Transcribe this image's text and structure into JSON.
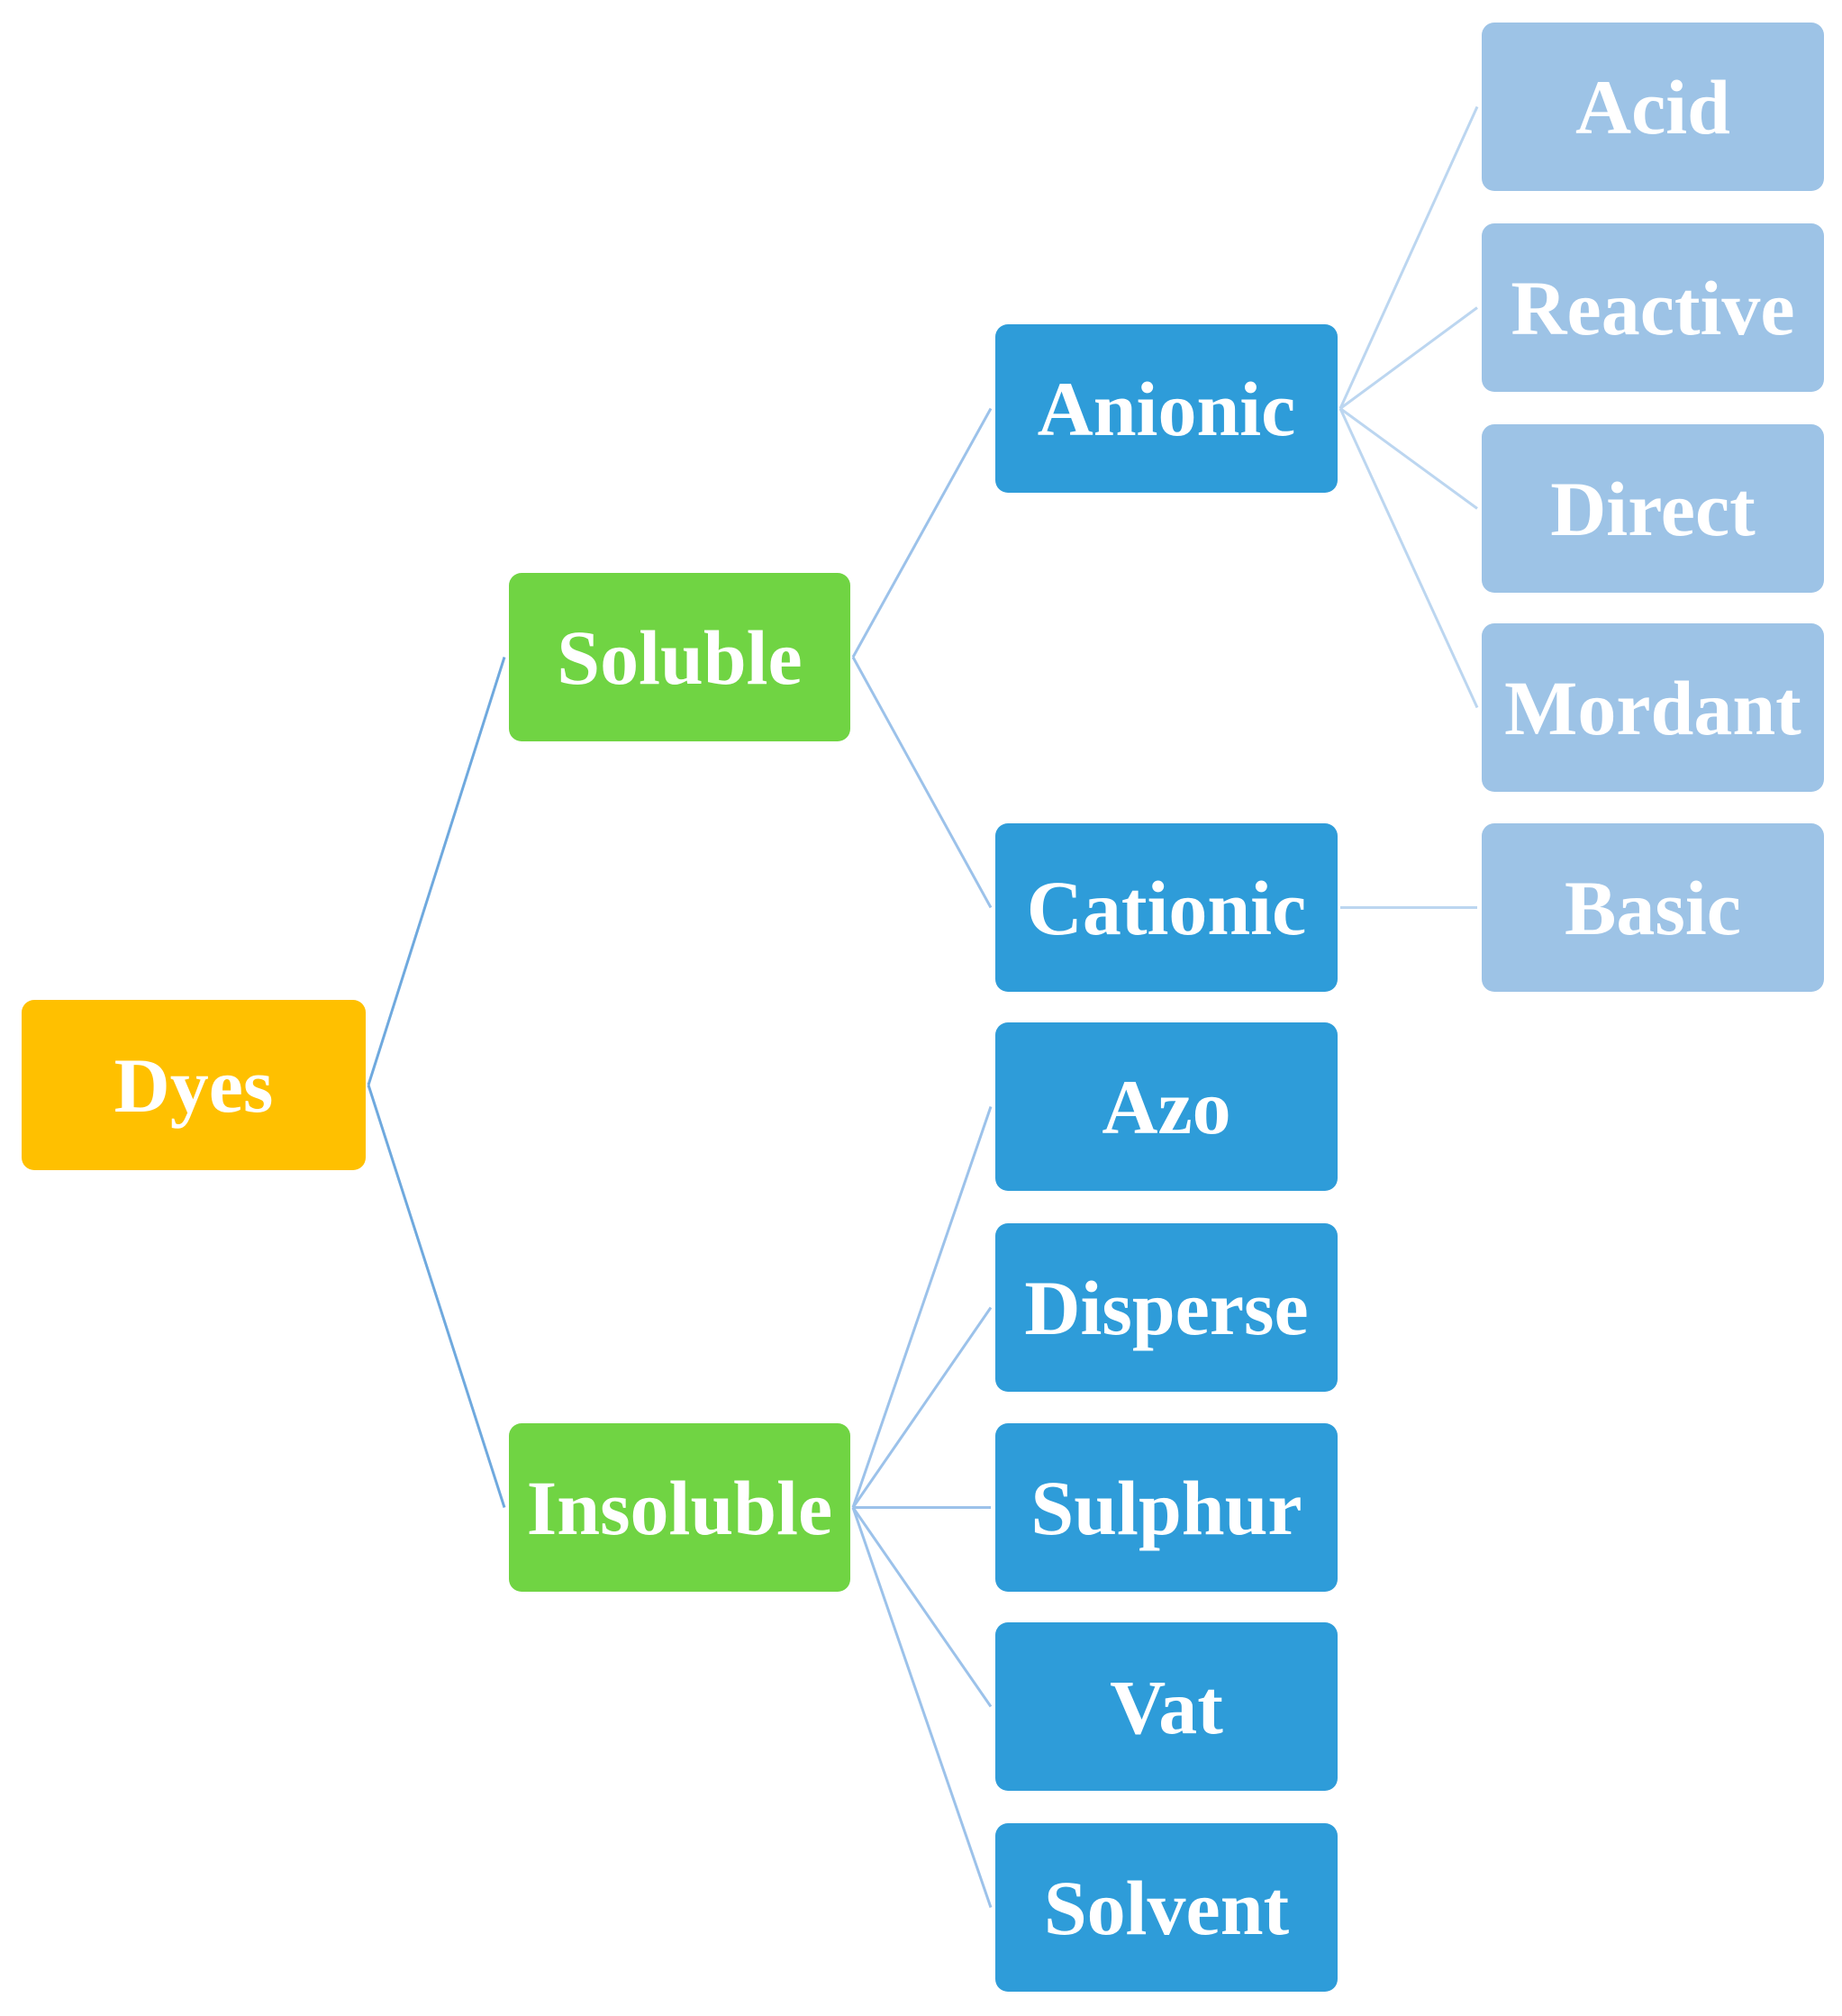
{
  "diagram": {
    "colors": {
      "root": "#FFC000",
      "level1": "#70D443",
      "level2": "#2E9CD9",
      "level3": "#9DC3E6",
      "link_root": "#6FA9DE",
      "link_level1": "#9CC2EA",
      "link_level2": "#BCD6F0"
    },
    "root": {
      "label": "Dyes"
    },
    "soluble": {
      "label": "Soluble"
    },
    "insoluble": {
      "label": "Insoluble"
    },
    "anionic": {
      "label": "Anionic"
    },
    "cationic": {
      "label": "Cationic"
    },
    "azo": {
      "label": "Azo"
    },
    "disperse": {
      "label": "Disperse"
    },
    "sulphur": {
      "label": "Sulphur"
    },
    "vat": {
      "label": "Vat"
    },
    "solvent": {
      "label": "Solvent"
    },
    "acid": {
      "label": "Acid"
    },
    "reactive": {
      "label": "Reactive"
    },
    "direct": {
      "label": "Direct"
    },
    "mordant": {
      "label": "Mordant"
    },
    "basic": {
      "label": "Basic"
    }
  }
}
